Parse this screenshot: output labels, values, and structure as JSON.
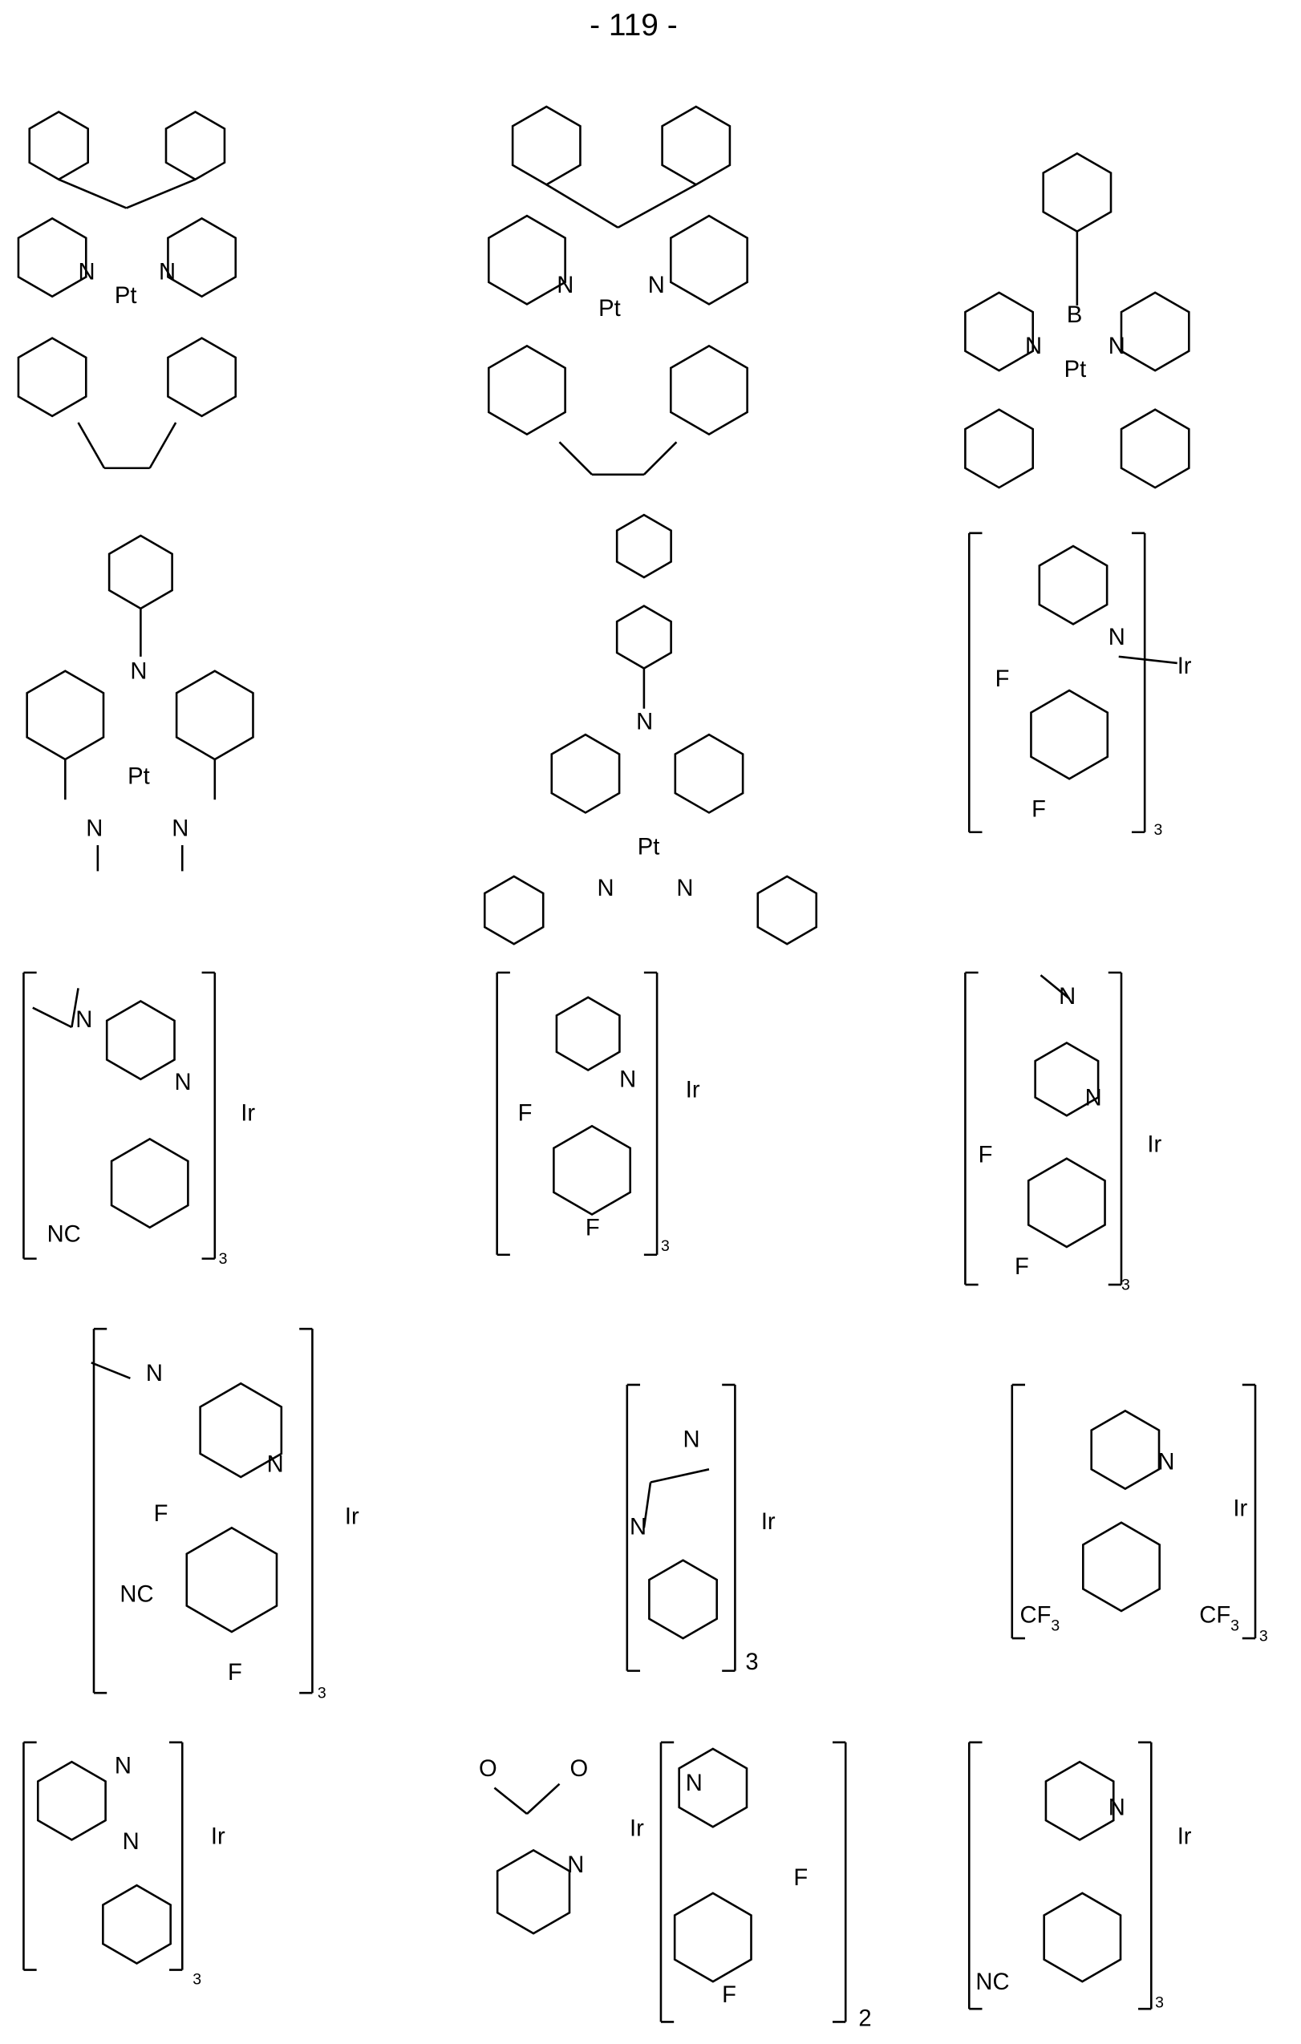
{
  "page_number": "- 119 -",
  "structures": [
    {
      "labels": [
        "N",
        "Pt",
        "N"
      ]
    },
    {
      "labels": [
        "N",
        "Pt",
        "N"
      ]
    },
    {
      "labels": [
        "B",
        "N",
        "Pt",
        "N"
      ]
    },
    {
      "labels": [
        "N",
        "Pt",
        "N",
        "N"
      ]
    },
    {
      "labels": [
        "N",
        "Pt",
        "N",
        "N"
      ]
    },
    {
      "labels": [
        "N",
        "Ir",
        "F",
        "F",
        "3"
      ]
    },
    {
      "labels": [
        "N",
        "N",
        "Ir",
        "NC",
        "3"
      ]
    },
    {
      "labels": [
        "N",
        "Ir",
        "F",
        "F",
        "3"
      ]
    },
    {
      "labels": [
        "N",
        "N",
        "Ir",
        "F",
        "F",
        "3"
      ]
    },
    {
      "labels": [
        "N",
        "N",
        "Ir",
        "F",
        "NC",
        "F",
        "3"
      ]
    },
    {
      "labels": [
        "N",
        "N",
        "Ir",
        "3"
      ]
    },
    {
      "labels": [
        "N",
        "Ir",
        "CF",
        "3",
        "CF",
        "3",
        "3"
      ]
    },
    {
      "labels": [
        "N",
        "N",
        "Ir",
        "3"
      ]
    },
    {
      "labels": [
        "O",
        "O",
        "N",
        "Ir",
        "N",
        "F",
        "F",
        "2"
      ]
    },
    {
      "labels": [
        "N",
        "Ir",
        "NC",
        "3"
      ]
    }
  ]
}
